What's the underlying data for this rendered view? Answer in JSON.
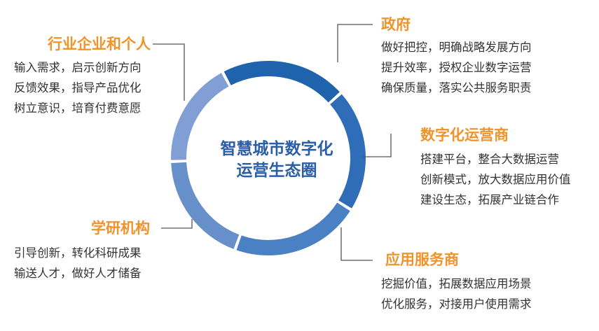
{
  "center": {
    "line1": "智慧城市数字化",
    "line2": "运营生态圈"
  },
  "colors": {
    "title": "#f0932a",
    "text": "#333333",
    "center": "#2a5fa8",
    "ring_dark": "#1f63ad",
    "ring_mid": "#4078c0",
    "ring_light": "#7e9fd3"
  },
  "blocks": {
    "industry": {
      "title": "行业企业和个人",
      "lines": [
        "输入需求，启示创新方向",
        "反馈效果，指导产品优化",
        "树立意识，培育付费意愿"
      ]
    },
    "government": {
      "title": "政府",
      "lines": [
        "做好把控，明确战略发展方向",
        "提升效率，授权企业数字运营",
        "确保质量，落实公共服务职责"
      ]
    },
    "operator": {
      "title": "数字化运营商",
      "lines": [
        "搭建平台，整合大数据运营",
        "创新模式，放大数据应用价值",
        "建设生态，拓展产业链合作"
      ]
    },
    "academia": {
      "title": "学研机构",
      "lines": [
        "引导创新，转化科研成果",
        "输送人才，做好人才储备"
      ]
    },
    "service": {
      "title": "应用服务商",
      "lines": [
        "挖掘价值，拓展数据应用场景",
        "优化服务，对接用户使用需求"
      ]
    }
  }
}
